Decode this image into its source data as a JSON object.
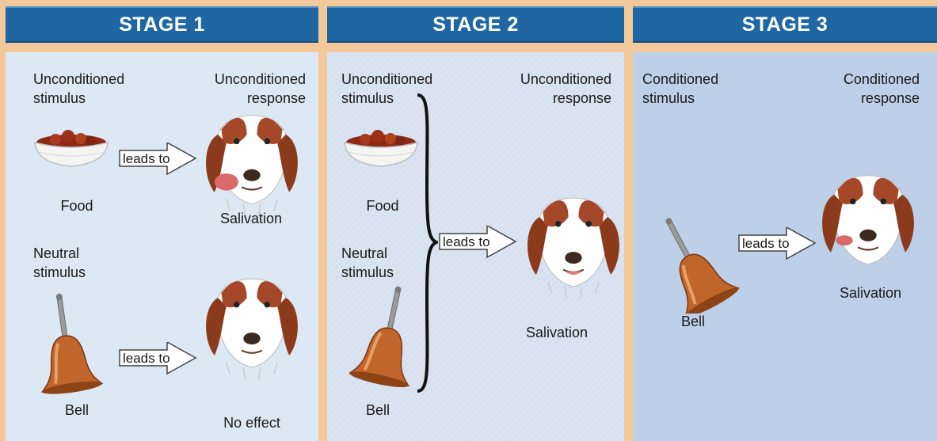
{
  "stages": [
    {
      "title": "STAGE 1"
    },
    {
      "title": "STAGE 2"
    },
    {
      "title": "STAGE 3"
    }
  ],
  "stage1": {
    "ucs_label": "Unconditioned\nstimulus",
    "ucr_label": "Unconditioned\nresponse",
    "food_label": "Food",
    "salivation_label": "Salivation",
    "ns_label": "Neutral\nstimulus",
    "bell_label": "Bell",
    "no_effect_label": "No effect",
    "arrow_top": "leads to",
    "arrow_bottom": "leads to"
  },
  "stage2": {
    "ucs_label": "Unconditioned\nstimulus",
    "ucr_label": "Unconditioned\nresponse",
    "food_label": "Food",
    "ns_label": "Neutral\nstimulus",
    "bell_label": "Bell",
    "salivation_label": "Salivation",
    "arrow": "leads to"
  },
  "stage3": {
    "cs_label": "Conditioned\nstimulus",
    "cr_label": "Conditioned\nresponse",
    "bell_label": "Bell",
    "salivation_label": "Salivation",
    "arrow": "leads to"
  },
  "colors": {
    "header_bg": "#1f67a3",
    "border_bg": "#f3c89a",
    "bell": "#c0662c",
    "dog_brown": "#8b3a1c"
  },
  "icons": [
    "food-bowl-icon",
    "bell-icon",
    "dog-head-icon",
    "leads-to-arrow-icon",
    "brace-icon"
  ]
}
